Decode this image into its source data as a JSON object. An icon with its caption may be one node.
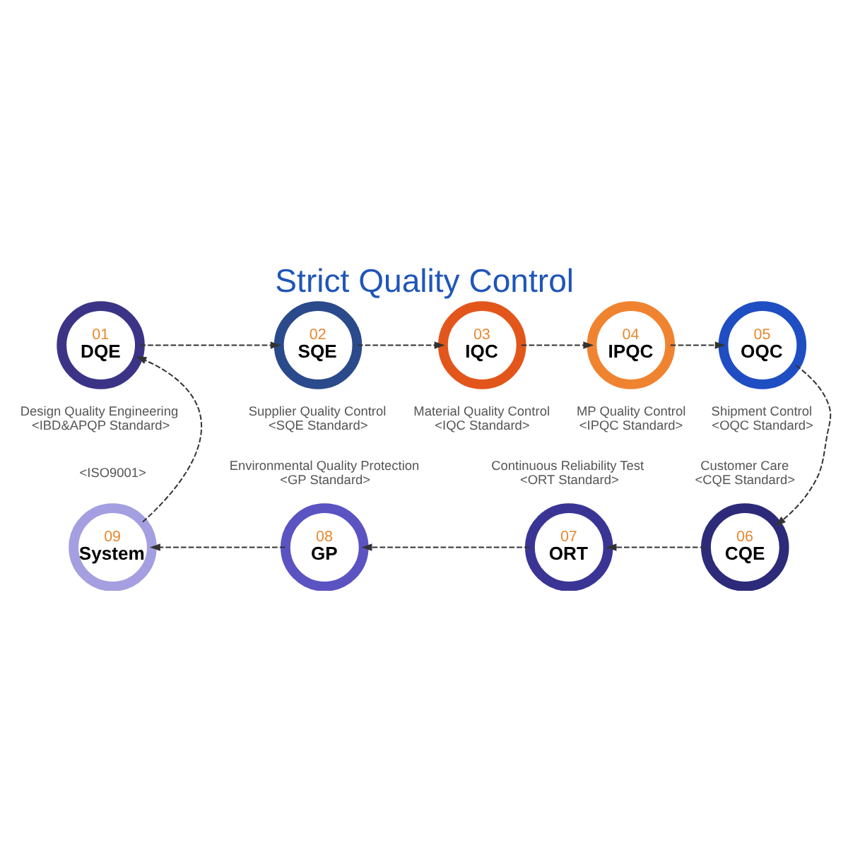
{
  "diagram": {
    "title": "Strict Quality Control",
    "nodes": [
      {
        "text": [
          "01",
          "DQE"
        ],
        "beside": [
          "Design Quality Engineering",
          "<IBD&APQP Standard>"
        ]
      },
      {
        "text": [
          "02",
          "SQE"
        ],
        "beside": [
          "Supplier Quality Control",
          "<SQE Standard>"
        ]
      },
      {
        "text": [
          "03",
          "IQC"
        ],
        "beside": [
          "Material Quality Control",
          "<IQC Standard>"
        ]
      },
      {
        "text": [
          "04",
          "IPQC"
        ],
        "beside": [
          "MP Quality Control",
          "<IPQC Standard>"
        ]
      },
      {
        "text": [
          "05",
          "OQC"
        ],
        "beside": [
          "Shipment Control",
          "<OQC Standard>"
        ]
      },
      {
        "text": [
          "06",
          "CQE"
        ],
        "beside": [
          "Customer Care",
          "<CQE Standard>"
        ]
      },
      {
        "text": [
          "07",
          "ORT"
        ],
        "beside": [
          "Continuous Reliability Test",
          "<ORT Standard>"
        ]
      },
      {
        "text": [
          "08",
          "GP"
        ],
        "beside": [
          "Environmental Quality Protection",
          "<GP Standard>"
        ]
      },
      {
        "text": [
          "09",
          "System"
        ],
        "beside": [
          "<ISO9001>"
        ]
      }
    ],
    "edges": [
      {
        "from": 0,
        "to": 1,
        "arrow": "to",
        "style": "dashed"
      },
      {
        "from": 1,
        "to": 2,
        "arrow": "to",
        "style": "dashed"
      },
      {
        "from": 2,
        "to": 3,
        "arrow": "to",
        "style": "dashed"
      },
      {
        "from": 3,
        "to": 4,
        "arrow": "to",
        "style": "dashed"
      },
      {
        "from": 4,
        "to": 5,
        "arrow": "to",
        "style": "dashed"
      },
      {
        "from": 5,
        "to": 6,
        "arrow": "to",
        "style": "dashed"
      },
      {
        "from": 6,
        "to": 7,
        "arrow": "to",
        "style": "dashed"
      },
      {
        "from": 7,
        "to": 8,
        "arrow": "to",
        "style": "dashed"
      },
      {
        "from": 8,
        "to": 0,
        "arrow": "to",
        "style": "dashed"
      }
    ]
  }
}
